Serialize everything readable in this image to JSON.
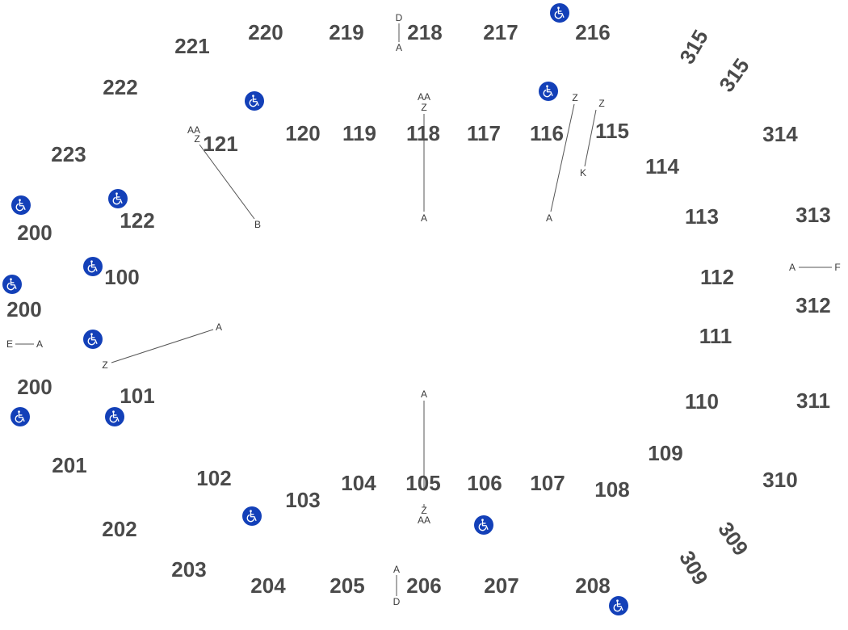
{
  "colors": {
    "section_text": "#4a4a4a",
    "row_text": "#3a3a3a",
    "row_line": "#555555",
    "accessible_icon_bg": "#1340b8",
    "accessible_icon_fg": "#ffffff",
    "background": "#ffffff"
  },
  "icon": "wheelchair-accessible-icon",
  "sections": [
    {
      "label": "220"
    },
    {
      "label": "219"
    },
    {
      "label": "218"
    },
    {
      "label": "217"
    },
    {
      "label": "216"
    },
    {
      "label": "221"
    },
    {
      "label": "222"
    },
    {
      "label": "223"
    },
    {
      "label": "200"
    },
    {
      "label": "200"
    },
    {
      "label": "200"
    },
    {
      "label": "201"
    },
    {
      "label": "202"
    },
    {
      "label": "203"
    },
    {
      "label": "204"
    },
    {
      "label": "205"
    },
    {
      "label": "206"
    },
    {
      "label": "207"
    },
    {
      "label": "208"
    },
    {
      "label": "121"
    },
    {
      "label": "120"
    },
    {
      "label": "119"
    },
    {
      "label": "118"
    },
    {
      "label": "117"
    },
    {
      "label": "116"
    },
    {
      "label": "115"
    },
    {
      "label": "114"
    },
    {
      "label": "113"
    },
    {
      "label": "112"
    },
    {
      "label": "111"
    },
    {
      "label": "110"
    },
    {
      "label": "109"
    },
    {
      "label": "108"
    },
    {
      "label": "107"
    },
    {
      "label": "106"
    },
    {
      "label": "105"
    },
    {
      "label": "104"
    },
    {
      "label": "103"
    },
    {
      "label": "102"
    },
    {
      "label": "101"
    },
    {
      "label": "100"
    },
    {
      "label": "122"
    },
    {
      "label": "315"
    },
    {
      "label": "315"
    },
    {
      "label": "314"
    },
    {
      "label": "313"
    },
    {
      "label": "312"
    },
    {
      "label": "311"
    },
    {
      "label": "310"
    },
    {
      "label": "309"
    },
    {
      "label": "309"
    }
  ],
  "row_markers": [
    {
      "label": "D"
    },
    {
      "label": "A"
    },
    {
      "label": "AA"
    },
    {
      "label": "Z"
    },
    {
      "label": "A"
    },
    {
      "label": "Z"
    },
    {
      "label": "A"
    },
    {
      "label": "Z"
    },
    {
      "label": "K"
    },
    {
      "label": "AA"
    },
    {
      "label": "Z"
    },
    {
      "label": "B"
    },
    {
      "label": "A"
    },
    {
      "label": "F"
    },
    {
      "label": "E"
    },
    {
      "label": "A"
    },
    {
      "label": "A"
    },
    {
      "label": "Z"
    },
    {
      "label": "A"
    },
    {
      "label": "Z"
    },
    {
      "label": "AA"
    },
    {
      "label": "A"
    },
    {
      "label": "D"
    }
  ]
}
